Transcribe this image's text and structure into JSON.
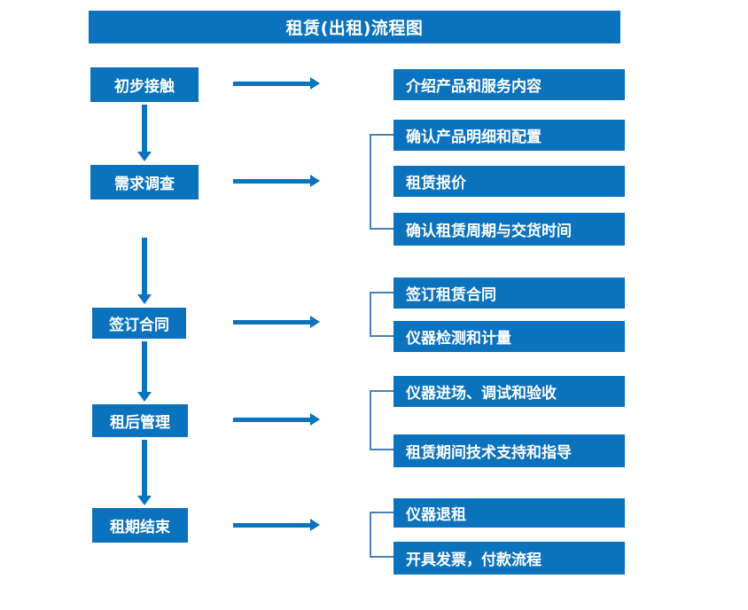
{
  "diagram": {
    "title": "租赁(出租)流程图",
    "colors": {
      "primary_blue": "#0b72bd",
      "bracket_blue": "#4a7fb5",
      "box_text": "#ffffff",
      "background": "#ffffff"
    },
    "stages": [
      {
        "id": "stage-1",
        "label": "初步接触"
      },
      {
        "id": "stage-2",
        "label": "需求调查"
      },
      {
        "id": "stage-3",
        "label": "签订合同"
      },
      {
        "id": "stage-4",
        "label": "租后管理"
      },
      {
        "id": "stage-5",
        "label": "租期结束"
      }
    ],
    "details": [
      {
        "id": "detail-1-1",
        "label": "介绍产品和服务内容",
        "stage": "初步接触"
      },
      {
        "id": "detail-2-1",
        "label": "确认产品明细和配置",
        "stage": "需求调查"
      },
      {
        "id": "detail-2-2",
        "label": "租赁报价",
        "stage": "需求调查"
      },
      {
        "id": "detail-2-3",
        "label": "确认租赁周期与交货时间",
        "stage": "需求调查"
      },
      {
        "id": "detail-3-1",
        "label": "签订租赁合同",
        "stage": "签订合同"
      },
      {
        "id": "detail-3-2",
        "label": "仪器检测和计量",
        "stage": "签订合同"
      },
      {
        "id": "detail-4-1",
        "label": "仪器进场、调试和验收",
        "stage": "租后管理"
      },
      {
        "id": "detail-4-2",
        "label": "租赁期间技术支持和指导",
        "stage": "租后管理"
      },
      {
        "id": "detail-5-1",
        "label": "仪器退租",
        "stage": "租期结束"
      },
      {
        "id": "detail-5-2",
        "label": "开具发票，付款流程",
        "stage": "租期结束"
      }
    ],
    "connectors": {
      "horizontal_arrow_count": 5,
      "vertical_arrow_count": 4,
      "bracket_count": 4
    }
  }
}
